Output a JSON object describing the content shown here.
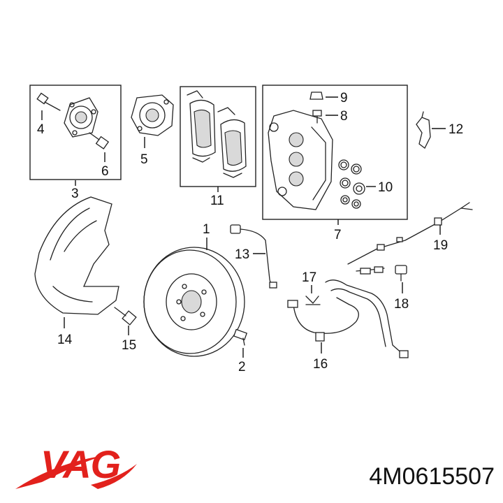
{
  "diagram": {
    "callouts": {
      "c1": "1",
      "c2": "2",
      "c3": "3",
      "c4": "4",
      "c5": "5",
      "c6": "6",
      "c7": "7",
      "c8": "8",
      "c9": "9",
      "c10": "10",
      "c11": "11",
      "c12": "12",
      "c13": "13",
      "c14": "14",
      "c15": "15",
      "c16": "16",
      "c17": "17",
      "c18": "18",
      "c19": "19"
    }
  },
  "branding": {
    "logo_text": "VAG",
    "logo_color": "#e2211c",
    "part_number": "4M0615507"
  }
}
